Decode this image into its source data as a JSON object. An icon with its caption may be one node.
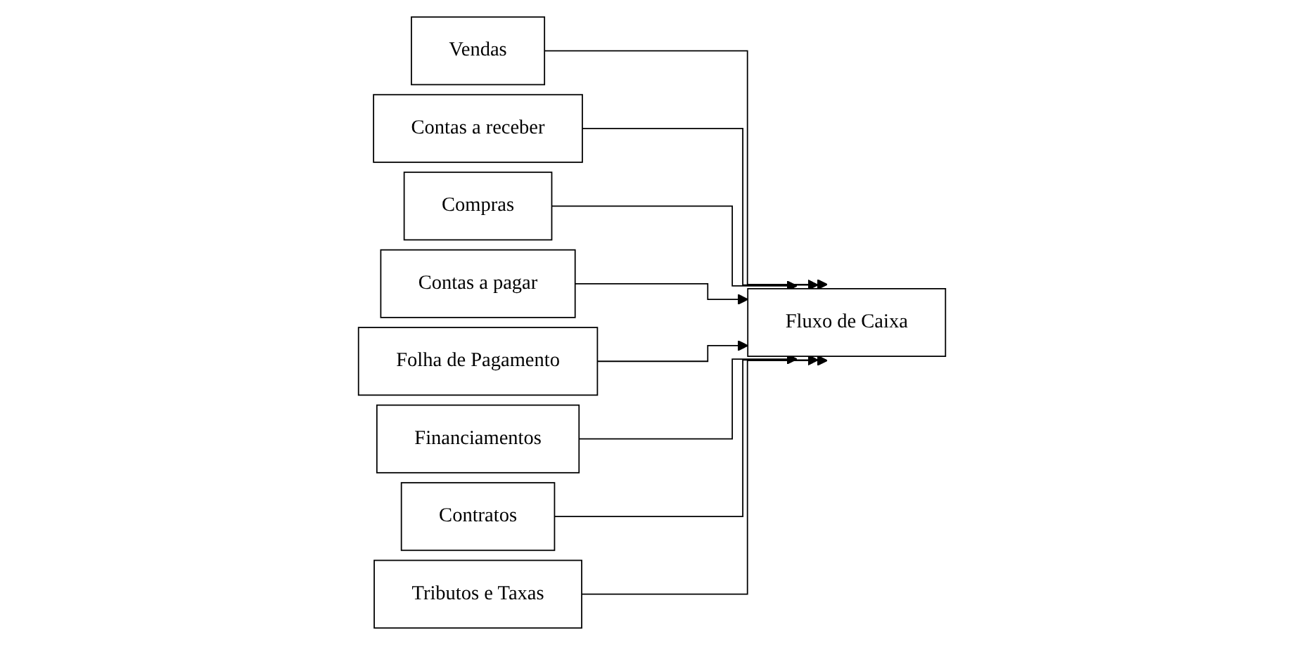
{
  "diagram": {
    "nodes": [
      {
        "text": [
          "Vendas"
        ]
      },
      {
        "text": [
          "Contas a receber"
        ]
      },
      {
        "text": [
          "Compras"
        ]
      },
      {
        "text": [
          "Contas a pagar"
        ]
      },
      {
        "text": [
          "Folha de Pagamento"
        ]
      },
      {
        "text": [
          "Financiamentos"
        ]
      },
      {
        "text": [
          "Contratos"
        ]
      },
      {
        "text": [
          "Tributos e Taxas"
        ]
      },
      {
        "text": [
          "Fluxo de Caixa"
        ]
      }
    ],
    "edges": [
      {
        "from": 0,
        "to": 8,
        "arrow": "to"
      },
      {
        "from": 1,
        "to": 8,
        "arrow": "to"
      },
      {
        "from": 2,
        "to": 8,
        "arrow": "to"
      },
      {
        "from": 3,
        "to": 8,
        "arrow": "to"
      },
      {
        "from": 4,
        "to": 8,
        "arrow": "to"
      },
      {
        "from": 5,
        "to": 8,
        "arrow": "to"
      },
      {
        "from": 6,
        "to": 8,
        "arrow": "to"
      },
      {
        "from": 7,
        "to": 8,
        "arrow": "to"
      }
    ]
  }
}
